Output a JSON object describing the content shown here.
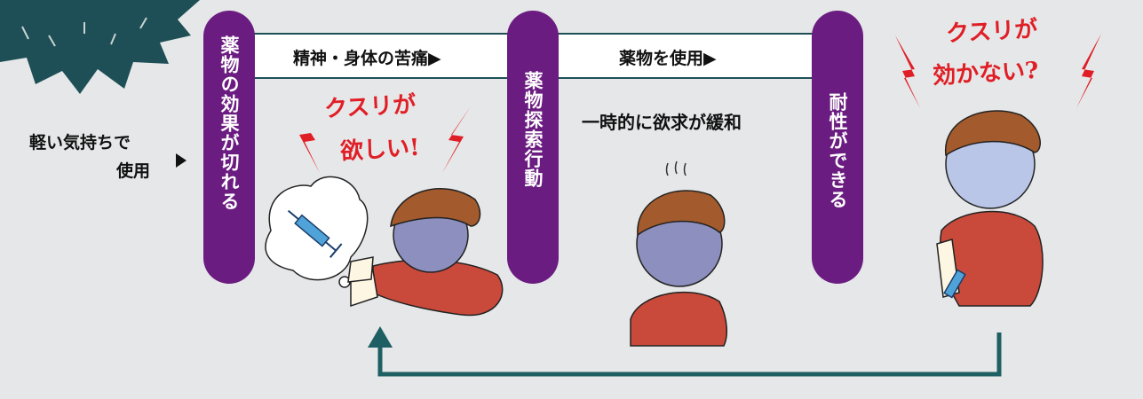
{
  "start": {
    "line1": "軽い気持ちで",
    "line2": "使用"
  },
  "stages": [
    "薬物の効果が切れる",
    "薬物探索行動",
    "耐性ができる"
  ],
  "bars": [
    "精神・身体の苦痛▶",
    "薬物を使用▶"
  ],
  "relief_text": "一時的に欲求が緩和",
  "captions": {
    "want_line1": "クスリが",
    "want_line2": "欲しい!",
    "noeffect_line1": "クスリが",
    "noeffect_line2": "効かない?"
  },
  "colors": {
    "pill": "#6b1c81",
    "arrow": "#1e5f63",
    "accent": "#e01e26",
    "background": "#e6e7e8"
  }
}
